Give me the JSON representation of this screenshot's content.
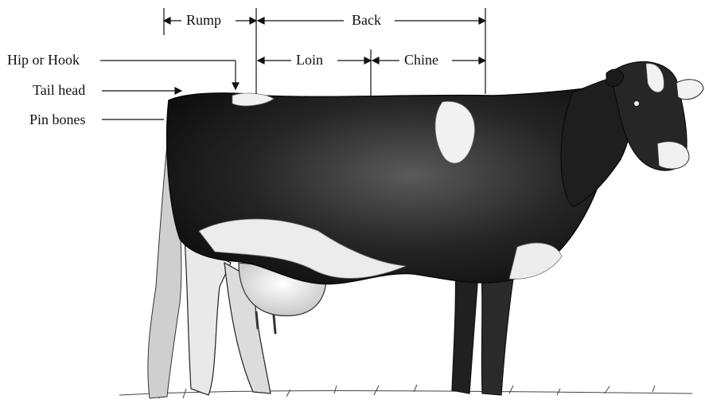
{
  "labels": {
    "rump": "Rump",
    "back": "Back",
    "loin": "Loin",
    "chine": "Chine",
    "hip_or_hook": "Hip or Hook",
    "tail_head": "Tail head",
    "pin_bones": "Pin bones"
  },
  "colors": {
    "ink": "#111111",
    "background": "#ffffff",
    "hide_dark": "#1c1c1c",
    "hide_white": "#f4f4f4"
  }
}
